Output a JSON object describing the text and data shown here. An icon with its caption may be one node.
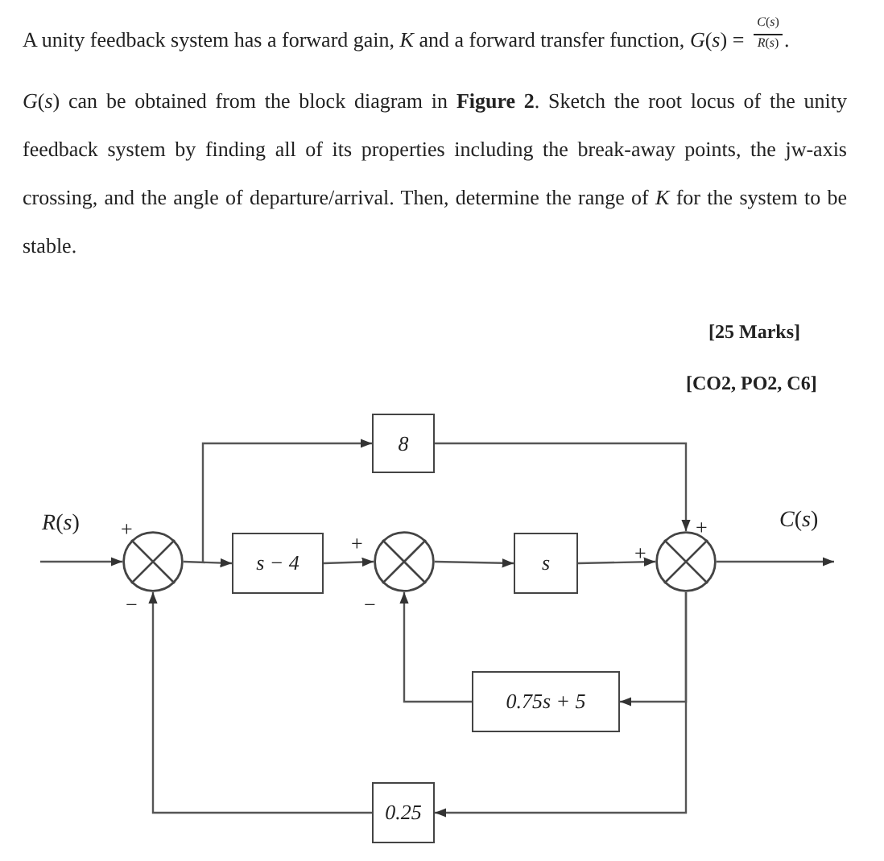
{
  "diagram": {
    "nodes": [
      {
        "text": [],
        "shape": "circle"
      },
      {
        "text": [
          "s − 4"
        ]
      },
      {
        "text": [
          "8"
        ]
      },
      {
        "text": [],
        "shape": "circle"
      },
      {
        "text": [
          "s"
        ]
      },
      {
        "text": [],
        "shape": "circle"
      },
      {
        "text": [
          "0.75s + 5"
        ]
      },
      {
        "text": [
          "0.25"
        ]
      }
    ],
    "edges": [
      {
        "from": null,
        "to": 0,
        "arrow": "to"
      },
      {
        "from": 0,
        "to": 1,
        "arrow": "to"
      },
      {
        "from": 0,
        "to": 2,
        "arrow": "to"
      },
      {
        "from": 1,
        "to": 3,
        "arrow": "to"
      },
      {
        "from": 3,
        "to": 4,
        "arrow": "to"
      },
      {
        "from": 4,
        "to": 5,
        "arrow": "to"
      },
      {
        "from": 2,
        "to": 5,
        "arrow": "to"
      },
      {
        "from": 5,
        "to": null,
        "arrow": "to"
      },
      {
        "from": 5,
        "to": 6,
        "arrow": "to"
      },
      {
        "from": 6,
        "to": 3,
        "arrow": "to"
      },
      {
        "from": 5,
        "to": 7,
        "arrow": "to"
      },
      {
        "from": 7,
        "to": 0,
        "arrow": "to"
      }
    ],
    "labels": [
      "A unity feedback system has a forward gain, *K* and a forward transfer function, *G*(*s*) =",
      "*C*(*s*)",
      "*R*(*s*)",
      ".",
      "*G*(*s*) can be obtained from the block diagram in **Figure 2**. Sketch the root locus of the unity feedback system by finding all of its properties including the break-away points, the jw-axis crossing, and the angle of departure/arrival. Then, determine the range of *K* for the system to be stable.",
      "[25 Marks]",
      "[CO2, PO2, C6]",
      "*R*(*s*)",
      "+",
      "+",
      "+",
      "+",
      "*C*(*s*)",
      "−",
      "−"
    ]
  }
}
